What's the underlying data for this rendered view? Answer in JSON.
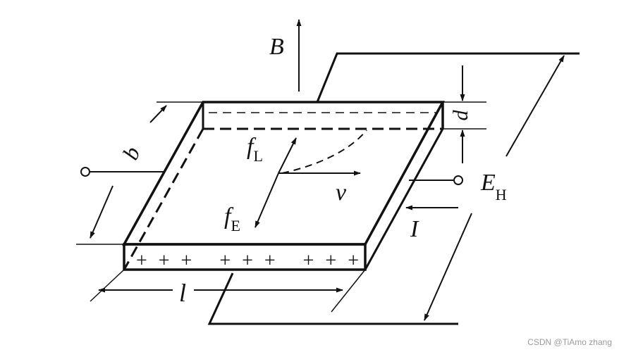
{
  "labels": {
    "B": "B",
    "b": "b",
    "d": "d",
    "l": "l",
    "v": "v",
    "I": "I",
    "fL_main": "f",
    "fL_sub": "L",
    "fE_main": "f",
    "fE_sub": "E",
    "EH_main": "E",
    "EH_sub": "H",
    "charges": "+++ +++ +++"
  },
  "watermark": "CSDN @TiAmo zhang"
}
